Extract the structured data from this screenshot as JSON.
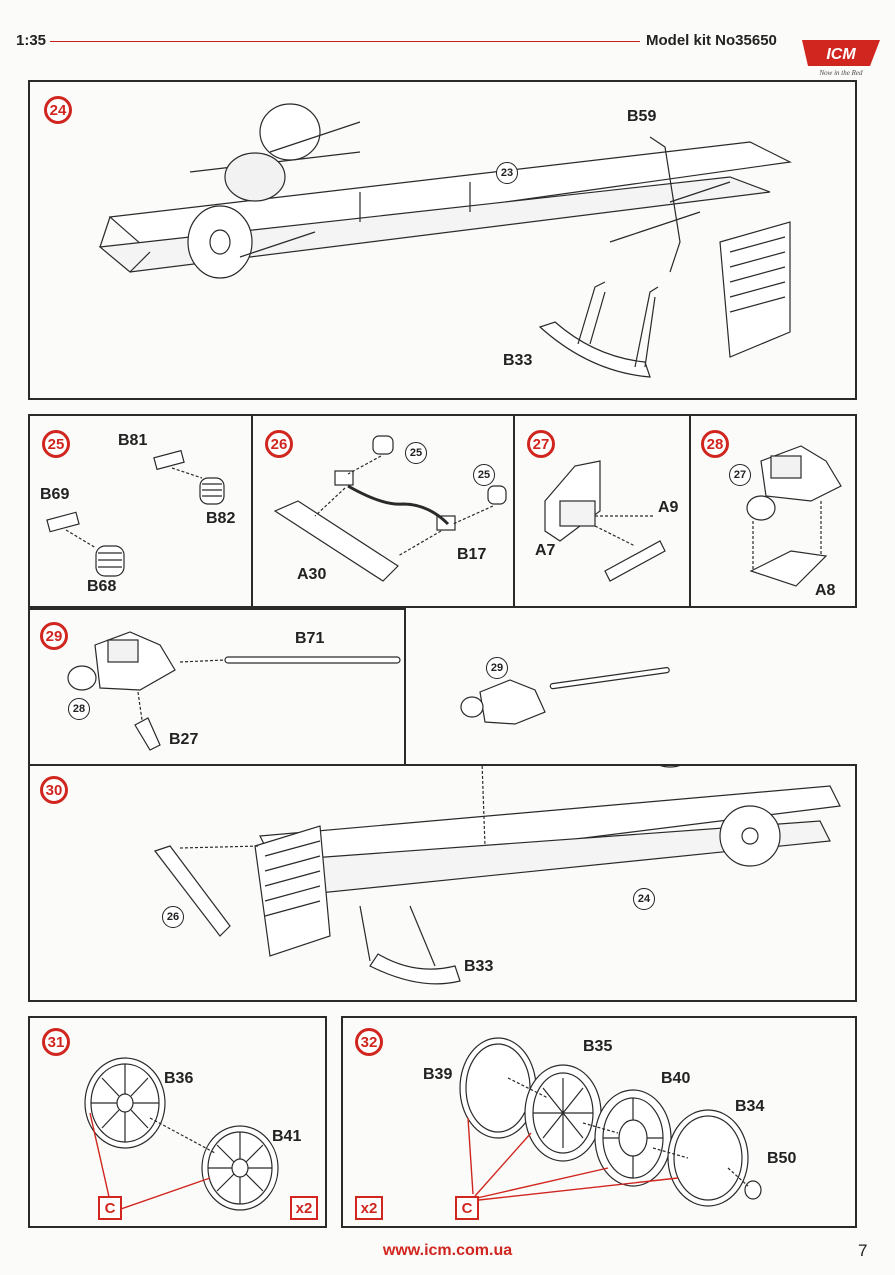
{
  "header": {
    "scale": "1:35",
    "kit_number": "Model kit No35650",
    "logo_text": "ICM",
    "logo_tagline": "Now in the Red"
  },
  "steps": {
    "s24": {
      "num": "24",
      "labels": {
        "b59": "B59",
        "b33": "B33"
      },
      "refs": {
        "r23": "23"
      }
    },
    "s25": {
      "num": "25",
      "labels": {
        "b81": "B81",
        "b82": "B82",
        "b69": "B69",
        "b68": "B68"
      }
    },
    "s26": {
      "num": "26",
      "labels": {
        "a30": "A30",
        "b17": "B17"
      },
      "refs": {
        "r25a": "25",
        "r25b": "25"
      }
    },
    "s27": {
      "num": "27",
      "labels": {
        "a9": "A9",
        "a7": "A7"
      }
    },
    "s28": {
      "num": "28",
      "labels": {
        "a8": "A8"
      },
      "refs": {
        "r27": "27"
      }
    },
    "s29": {
      "num": "29",
      "labels": {
        "b71": "B71",
        "b27": "B27"
      },
      "refs": {
        "r28": "28"
      }
    },
    "s30": {
      "num": "30",
      "labels": {
        "b33": "B33"
      },
      "refs": {
        "r29": "29",
        "r26": "26",
        "r24": "24"
      }
    },
    "s31": {
      "num": "31",
      "labels": {
        "b36": "B36",
        "b41": "B41"
      },
      "color_code": "C",
      "qty": "x2"
    },
    "s32": {
      "num": "32",
      "labels": {
        "b39": "B39",
        "b35": "B35",
        "b40": "B40",
        "b34": "B34",
        "b50": "B50"
      },
      "color_code": "C",
      "qty": "x2"
    }
  },
  "footer": {
    "url": "www.icm.com.ua",
    "page": "7"
  },
  "colors": {
    "accent": "#d0261f",
    "line": "#2a2a2a"
  }
}
